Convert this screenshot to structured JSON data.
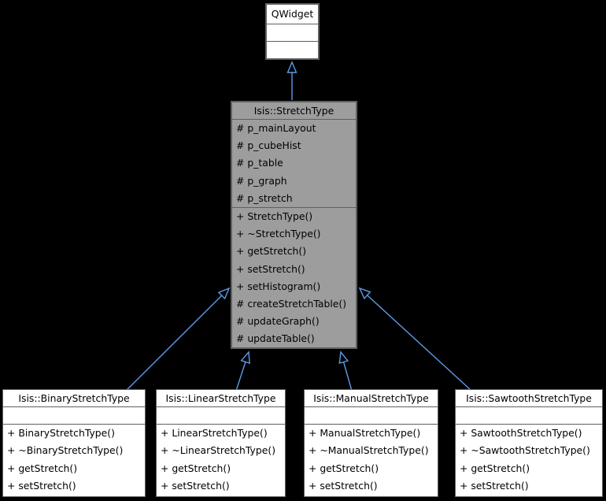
{
  "colors": {
    "background": "#000000",
    "arrow": "#5c9ce6",
    "node_fill": "#ffffff",
    "highlight_fill": "#9d9d9d",
    "border": "#606060"
  },
  "nodes": {
    "qwidget": {
      "title": "QWidget",
      "attributes": [],
      "methods": []
    },
    "stretch": {
      "title": "Isis::StretchType",
      "attributes": [
        "# p_mainLayout",
        "# p_cubeHist",
        "# p_table",
        "# p_graph",
        "# p_stretch"
      ],
      "methods": [
        "+ StretchType()",
        "+ ~StretchType()",
        "+ getStretch()",
        "+ setStretch()",
        "+ setHistogram()",
        "# createStretchTable()",
        "# updateGraph()",
        "# updateTable()"
      ]
    },
    "binary": {
      "title": "Isis::BinaryStretchType",
      "attributes": [],
      "methods": [
        "+ BinaryStretchType()",
        "+ ~BinaryStretchType()",
        "+ getStretch()",
        "+ setStretch()"
      ]
    },
    "linear": {
      "title": "Isis::LinearStretchType",
      "attributes": [],
      "methods": [
        "+ LinearStretchType()",
        "+ ~LinearStretchType()",
        "+ getStretch()",
        "+ setStretch()"
      ]
    },
    "manual": {
      "title": "Isis::ManualStretchType",
      "attributes": [],
      "methods": [
        "+ ManualStretchType()",
        "+ ~ManualStretchType()",
        "+ getStretch()",
        "+ setStretch()"
      ]
    },
    "sawtooth": {
      "title": "Isis::SawtoothStretchType",
      "attributes": [],
      "methods": [
        "+ SawtoothStretchType()",
        "+ ~SawtoothStretchType()",
        "+ getStretch()",
        "+ setStretch()"
      ]
    }
  },
  "relations": [
    {
      "from": "Isis::StretchType",
      "to": "QWidget",
      "type": "inheritance"
    },
    {
      "from": "Isis::BinaryStretchType",
      "to": "Isis::StretchType",
      "type": "inheritance"
    },
    {
      "from": "Isis::LinearStretchType",
      "to": "Isis::StretchType",
      "type": "inheritance"
    },
    {
      "from": "Isis::ManualStretchType",
      "to": "Isis::StretchType",
      "type": "inheritance"
    },
    {
      "from": "Isis::SawtoothStretchType",
      "to": "Isis::StretchType",
      "type": "inheritance"
    }
  ]
}
